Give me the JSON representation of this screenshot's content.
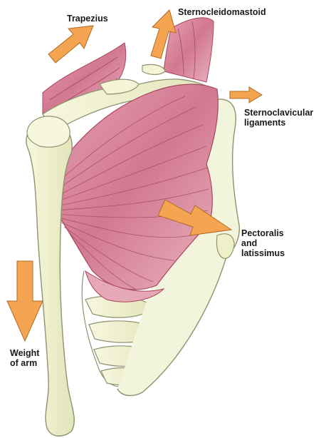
{
  "labels": {
    "trapezius": "Trapezius",
    "sternocleidomastoid": "Sternocleidomastoid",
    "sternoclavicular": [
      "Sternoclavicular",
      "ligaments"
    ],
    "pectoralis": [
      "Pectoralis",
      "and",
      "latissimus"
    ],
    "weight": [
      "Weight",
      "of arm"
    ]
  },
  "colors": {
    "arrow": "#f5a552",
    "arrow_stroke": "#b06a22",
    "bone": "#eef0c8",
    "bone_stroke": "#8f9270",
    "muscle": "#d9889c",
    "muscle_dark": "#a8465f",
    "muscle_light": "#f2c6d0"
  }
}
